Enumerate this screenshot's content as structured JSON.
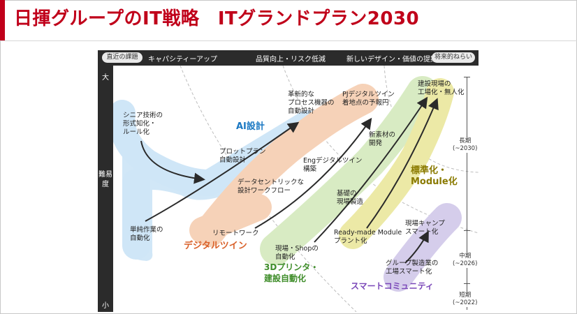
{
  "title": "日揮グループのIT戦略　ITグランドプラン2030",
  "topbar": {
    "left_pill": "直近の課題",
    "right_pill": "将来的ねらい",
    "columns": [
      "キャパシティーアップ",
      "品質向上・リスク低減",
      "新しいデザイン・価値の提案"
    ]
  },
  "yaxis": {
    "top": "大",
    "middle": "難易度",
    "bottom": "小"
  },
  "categories": [
    {
      "name": "AI設計",
      "color": "#1a78c2"
    },
    {
      "name": "デジタルツイン",
      "color": "#d9612a"
    },
    {
      "name": "3Dプリンタ・\n建設自動化",
      "color": "#3f8d2a"
    },
    {
      "name": "標準化・\nModule化",
      "color": "#8a7a00"
    },
    {
      "name": "スマートコミュニティ",
      "color": "#7a47b8"
    }
  ],
  "items": [
    "シニア技術の\n形式知化・\nルール化",
    "革新的な\nプロセス機器の\n自動設計",
    "PJデジタルツイン\n着地点の予報円",
    "建設現場の\n工場化・無人化",
    "プロットプラン\n自動設計",
    "Engデジタルツイン\n構築",
    "新素材の\n開発",
    "データセントリックな\n設計ワークフロー",
    "基礎の\n現場製造",
    "単純作業の\n自動化",
    "リモートワーク",
    "現場キャンプ\nスマート化",
    "Ready-made Module\nプラント化",
    "現場・Shopの\n自動化",
    "グループ製造業の\n工場スマート化"
  ],
  "terms": [
    "長期\n(~2030)",
    "中期\n(~2026)",
    "短期\n(~2022)"
  ]
}
